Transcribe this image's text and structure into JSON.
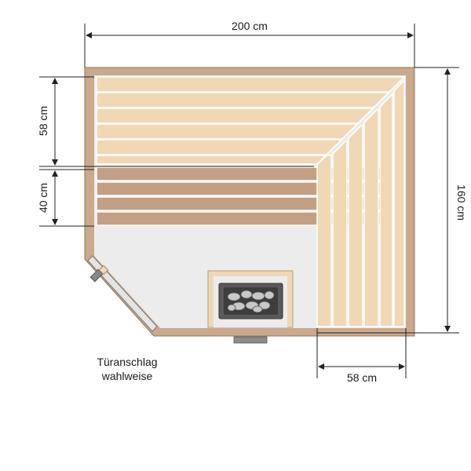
{
  "dimensions": {
    "width_total": "200 cm",
    "depth_total": "160 cm",
    "upper_bench": "58 cm",
    "lower_bench": "40 cm",
    "side_bench": "58 cm"
  },
  "door_note": {
    "line1": "Türanschlag",
    "line2": "wahlweise"
  },
  "colors": {
    "wall": "#caa98c",
    "floor": "#ececec",
    "bench_light": "#f0d8b4",
    "bench_dark": "#c3a083",
    "stove_body": "#5a5a5a",
    "stove_frame": "#f0d8b4",
    "stones": "#c8c8c8",
    "dimension_line": "#222222"
  },
  "icons": {
    "stove": "sauna-stove-icon",
    "door": "glass-door-icon"
  }
}
